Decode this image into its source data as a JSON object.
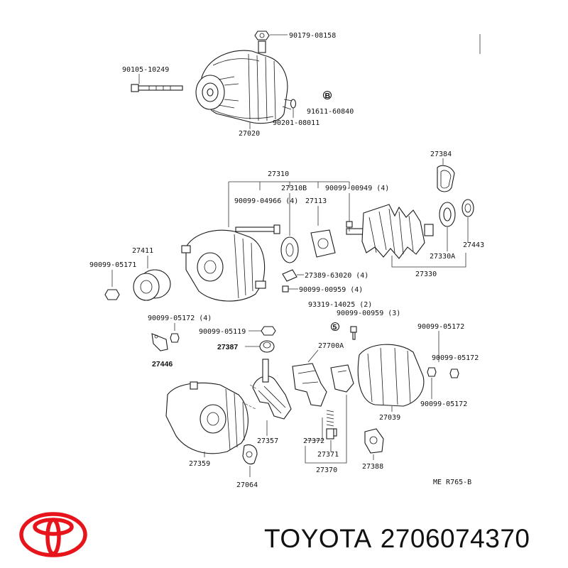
{
  "footer": {
    "brand": "TOYOTA",
    "part_number": "2706074370"
  },
  "colors": {
    "logo": "#e8141c",
    "ink": "#1a1a1a"
  },
  "diagram": {
    "labels": {
      "l90179_08158": "90179-08158",
      "l90105_10249": "90105-10249",
      "l91611_60840": "91611-60840",
      "l90201_08011": "90201-08011",
      "l27020": "27020",
      "l27384": "27384",
      "l27310": "27310",
      "l27310B": "27310B",
      "l90099_00949": "90099-00949 (4)",
      "l90099_04966": "90099-04966 (4)",
      "l27113": "27113",
      "l27443": "27443",
      "l27330A": "27330A",
      "l27411": "27411",
      "l90099_05171": "90099-05171",
      "l27389_63020": "27389-63020 (4)",
      "l27330": "27330",
      "l90099_00959a": "90099-00959 (4)",
      "l93319_14025": "93319-14025 (2)",
      "l90099_00959b": "90099-00959 (3)",
      "l90099_05172_4": "90099-05172 (4)",
      "l90099_05119": "90099-05119",
      "l90099_05172_r1": "90099-05172",
      "l27387": "27387",
      "l27700A": "27700A",
      "l90099_05172_r2": "90099-05172",
      "l27446": "27446",
      "l90099_05172_r3": "90099-05172",
      "l27039": "27039",
      "l27357": "27357",
      "l27372": "27372",
      "l27371": "27371",
      "l27359": "27359",
      "l27370": "27370",
      "l27388": "27388",
      "l27064": "27064",
      "ref_code": "ME  R765-B",
      "badge_b": "B",
      "badge_5": "5"
    }
  }
}
